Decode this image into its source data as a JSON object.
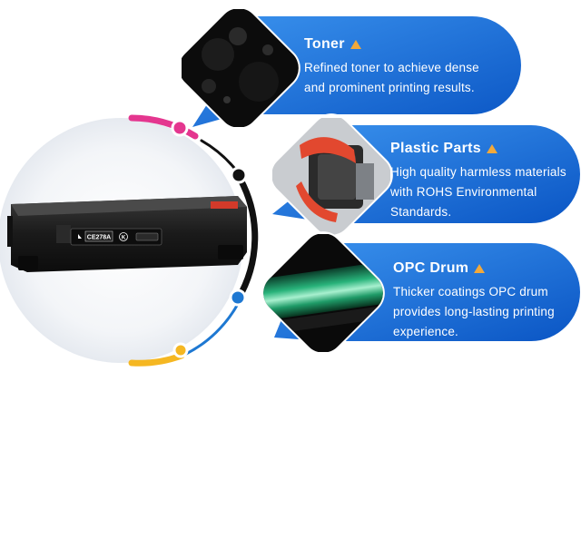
{
  "cartridge": {
    "model_label": "CE278A",
    "color_badge": "K"
  },
  "features": [
    {
      "title": "Toner",
      "description_lines": [
        "Refined toner to achieve dense",
        "and prominent printing results."
      ],
      "icon": "toner-powder-photo",
      "dot_color": "#e4368f"
    },
    {
      "title": "Plastic Parts",
      "description_lines": [
        "High quality harmless materials",
        "with ROHS Environmental",
        "Standards."
      ],
      "icon": "plastic-parts-photo",
      "dot_color": "#111111"
    },
    {
      "title": "OPC Drum",
      "description_lines": [
        "Thicker coatings OPC drum",
        "provides long-lasting printing",
        "experience."
      ],
      "icon": "opc-drum-photo",
      "dot_color": "#1e78d2"
    }
  ],
  "colors": {
    "panel_blue_start": "#2f86e6",
    "panel_blue_end": "#0a57c6",
    "accent_triangle": "#f2a93b",
    "ring_magenta": "#e4368f",
    "ring_black": "#111111",
    "ring_blue": "#1e78d2",
    "ring_yellow": "#f5b722"
  }
}
